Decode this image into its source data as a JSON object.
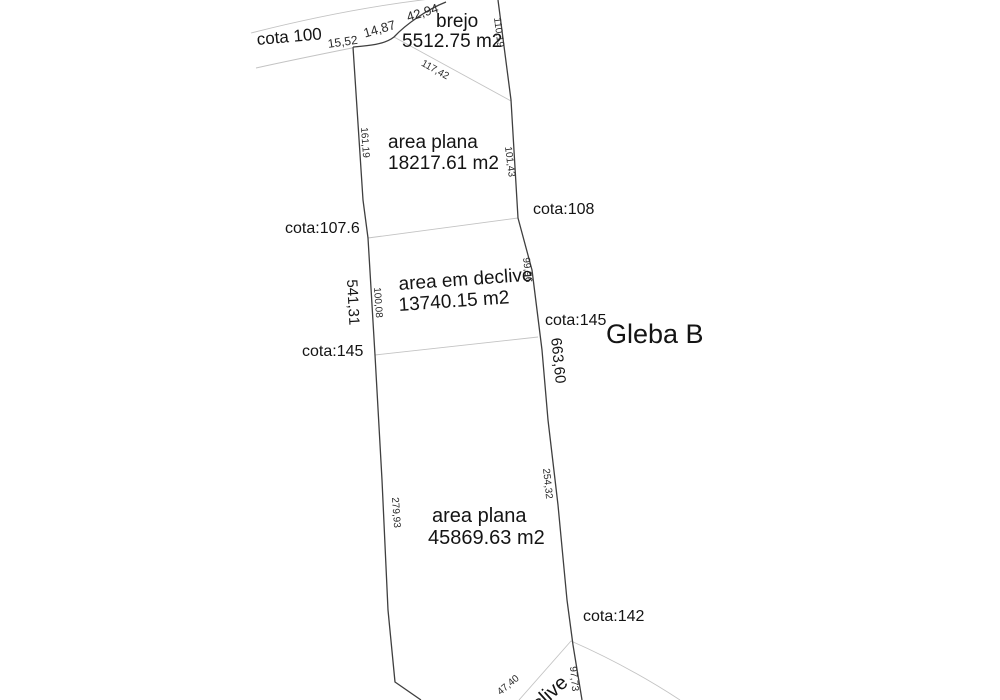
{
  "drawing": {
    "title": "Gleba B",
    "regions": [
      {
        "name": "brejo",
        "area": "5512.75 m2"
      },
      {
        "name": "area plana",
        "area": "18217.61 m2"
      },
      {
        "name": "area em declive",
        "area": "13740.15 m2"
      },
      {
        "name": "area plana",
        "area": "45869.63 m2"
      },
      {
        "name": "declive",
        "area": ""
      }
    ],
    "contours": [
      {
        "label": "cota 100"
      },
      {
        "label_left": "cota:107.6",
        "label_right": "cota:108"
      },
      {
        "label_left": "cota:145",
        "label_right": "cota:145"
      },
      {
        "label_right": "cota:142"
      }
    ],
    "boundary_left": {
      "total": "541,31",
      "segments": [
        "161,19",
        "100,08",
        "279,93"
      ]
    },
    "boundary_right": {
      "total": "663,60",
      "segments": [
        "110,19",
        "101,43",
        "99,96",
        "254,32",
        "97,73"
      ]
    },
    "boundary_top_segments": [
      "15,52",
      "14,87",
      "42,94"
    ],
    "other_segments": [
      "117,42",
      "47,40"
    ],
    "colors": {
      "boundary": "#3f3f3f",
      "contour": "#c3c3c3",
      "text": "#141414"
    }
  }
}
